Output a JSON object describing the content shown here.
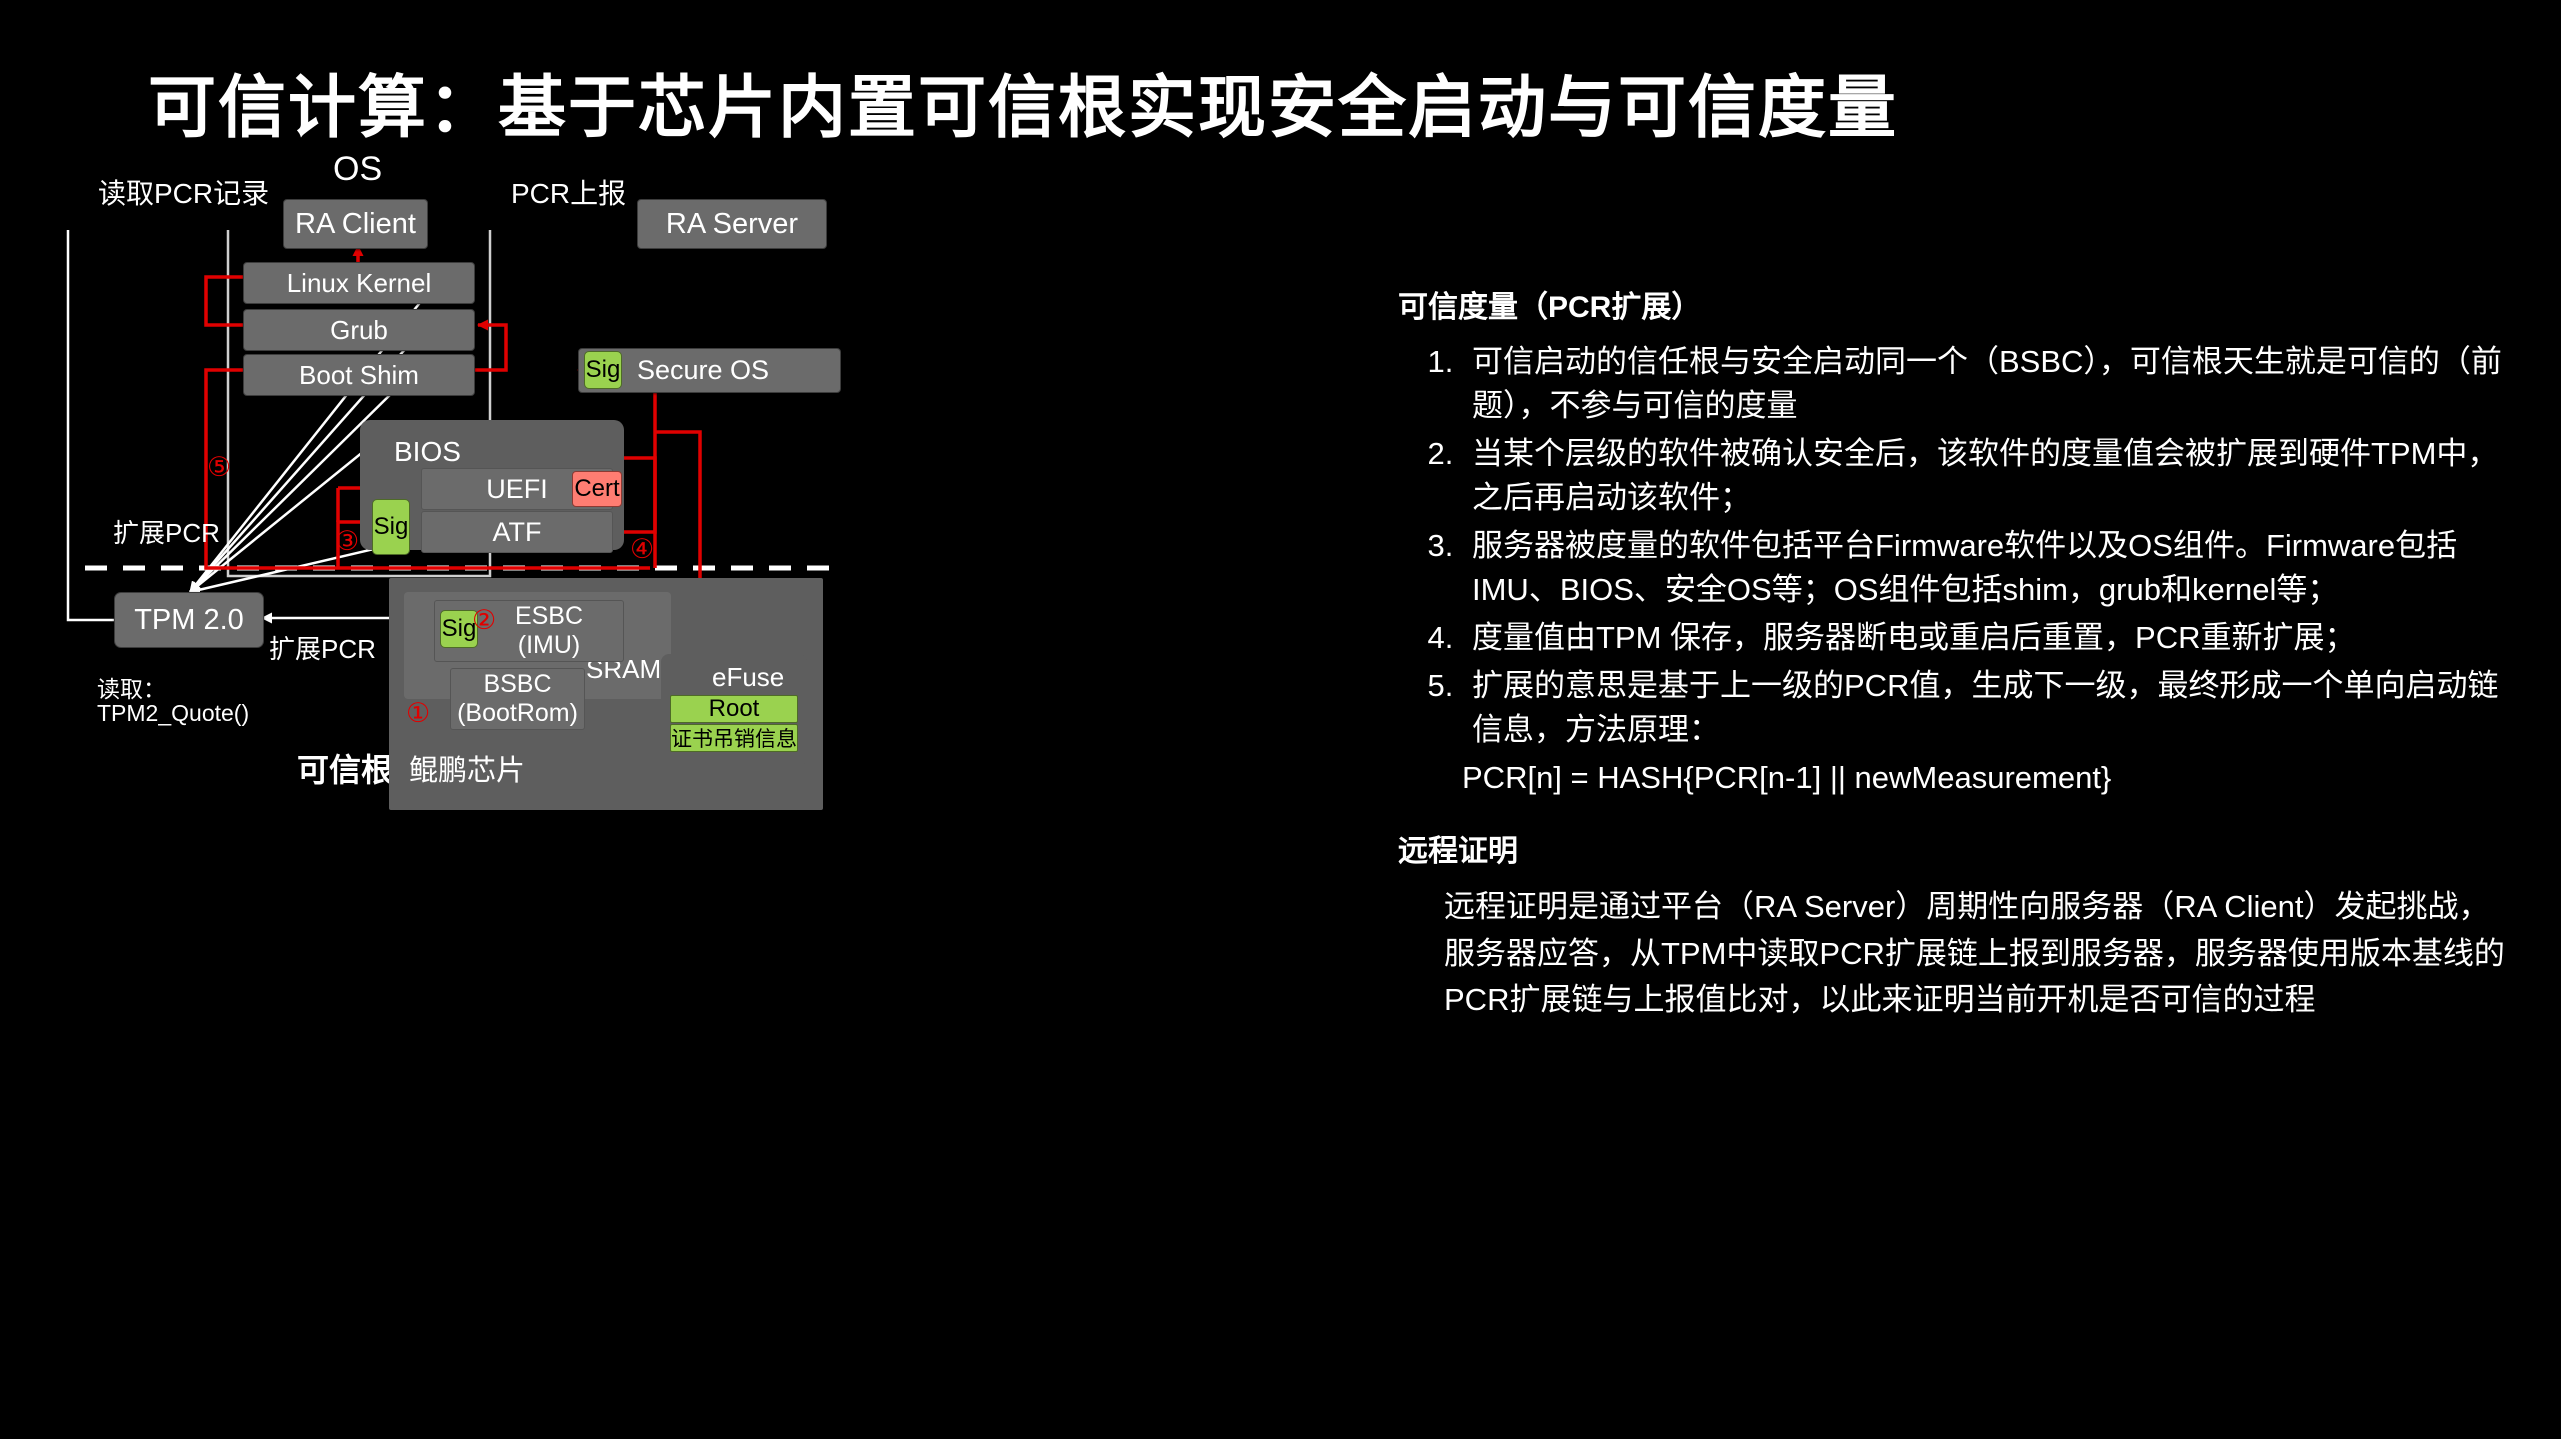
{
  "title": "可信计算：基于芯片内置可信根实现安全启动与可信度量",
  "diagram": {
    "labels": {
      "read_pcr_record": "读取PCR记录",
      "pcr_report": "PCR上报",
      "os": "OS",
      "bios": "BIOS",
      "sram": "SRAM",
      "efuse": "eFuse",
      "extend_pcr_left": "扩展PCR",
      "extend_pcr_tpm": "扩展PCR",
      "read_label": "读取：",
      "tpm2_quote": "TPM2_Quote()",
      "root_of_trust": "可信根",
      "kunpeng_chip": "鲲鹏芯片"
    },
    "boxes": {
      "ra_client": "RA Client",
      "ra_server": "RA Server",
      "linux_kernel": "Linux Kernel",
      "grub": "Grub",
      "boot_shim": "Boot Shim",
      "secure_os": "Secure OS",
      "uefi": "UEFI",
      "atf": "ATF",
      "cert": "Cert",
      "tpm": "TPM 2.0",
      "esbc": "ESBC",
      "esbc_sub": "(IMU)",
      "bsbc": "BSBC",
      "bsbc_sub": "(BootRom)",
      "root": "Root",
      "cert_revocation": "证书吊销信息",
      "sig": "Sig"
    },
    "step_numbers": [
      "①",
      "②",
      "③",
      "④",
      "⑤"
    ],
    "colors": {
      "background": "#000000",
      "box_grey": "#6b6b6b",
      "panel_grey": "#5e5e5e",
      "green": "#9ad24f",
      "cert_red": "#ff7d72",
      "arrow_red": "#e00000",
      "arrow_white": "#ffffff"
    }
  },
  "right_panel": {
    "measurement": {
      "heading": "可信度量（PCR扩展）",
      "points": [
        "可信启动的信任根与安全启动同一个（BSBC），可信根天生就是可信的（前题），不参与可信的度量",
        "当某个层级的软件被确认安全后，该软件的度量值会被扩展到硬件TPM中，之后再启动该软件；",
        "服务器被度量的软件包括平台Firmware软件以及OS组件。Firmware包括IMU、BIOS、安全OS等；OS组件包括shim，grub和kernel等；",
        "度量值由TPM 保存，服务器断电或重启后重置，PCR重新扩展；",
        "扩展的意思是基于上一级的PCR值，生成下一级，最终形成一个单向启动链信息，方法原理："
      ],
      "formula": "PCR[n] = HASH{PCR[n-1] || newMeasurement}"
    },
    "remote_attestation": {
      "heading": "远程证明",
      "body": "远程证明是通过平台（RA Server）周期性向服务器（RA Client）发起挑战，服务器应答，从TPM中读取PCR扩展链上报到服务器，服务器使用版本基线的PCR扩展链与上报值比对，以此来证明当前开机是否可信的过程"
    }
  }
}
